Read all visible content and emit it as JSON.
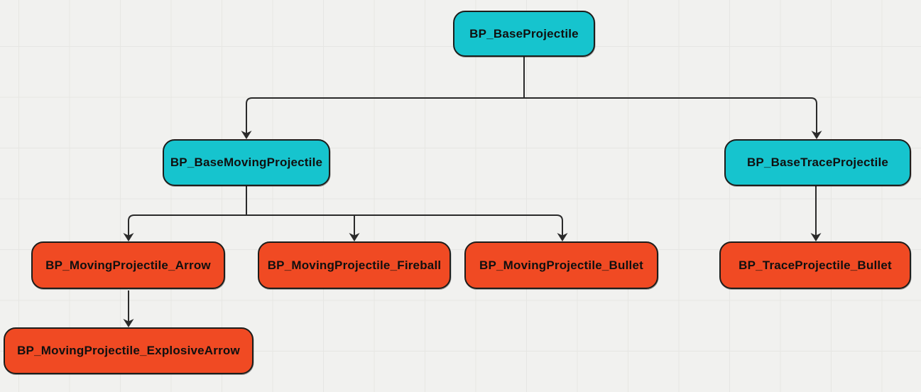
{
  "diagram": {
    "type": "inheritance-tree",
    "colors": {
      "background": "#f1f1ef",
      "grid": "#e6e6e3",
      "base-node": "#16c4ce",
      "leaf-node": "#f04a23",
      "node-border": "#1d1d1b",
      "edge": "#2a2a2a",
      "text": "#101010"
    },
    "nodes": [
      {
        "id": "bp-base-projectile",
        "label": "BP_BaseProjectile",
        "type": "base"
      },
      {
        "id": "bp-base-moving-projectile",
        "label": "BP_BaseMovingProjectile",
        "type": "base"
      },
      {
        "id": "bp-base-trace-projectile",
        "label": "BP_BaseTraceProjectile",
        "type": "base"
      },
      {
        "id": "bp-moving-projectile-arrow",
        "label": "BP_MovingProjectile_Arrow",
        "type": "leaf"
      },
      {
        "id": "bp-moving-projectile-fireball",
        "label": "BP_MovingProjectile_Fireball",
        "type": "leaf"
      },
      {
        "id": "bp-moving-projectile-bullet",
        "label": "BP_MovingProjectile_Bullet",
        "type": "leaf"
      },
      {
        "id": "bp-trace-projectile-bullet",
        "label": "BP_TraceProjectile_Bullet",
        "type": "leaf"
      },
      {
        "id": "bp-moving-projectile-explosive-arrow",
        "label": "BP_MovingProjectile_ExplosiveArrow",
        "type": "leaf"
      }
    ],
    "edges": [
      {
        "from": "BP_BaseProjectile",
        "to": "BP_BaseMovingProjectile"
      },
      {
        "from": "BP_BaseProjectile",
        "to": "BP_BaseTraceProjectile"
      },
      {
        "from": "BP_BaseMovingProjectile",
        "to": "BP_MovingProjectile_Arrow"
      },
      {
        "from": "BP_BaseMovingProjectile",
        "to": "BP_MovingProjectile_Fireball"
      },
      {
        "from": "BP_BaseMovingProjectile",
        "to": "BP_MovingProjectile_Bullet"
      },
      {
        "from": "BP_BaseTraceProjectile",
        "to": "BP_TraceProjectile_Bullet"
      },
      {
        "from": "BP_MovingProjectile_Arrow",
        "to": "BP_MovingProjectile_ExplosiveArrow"
      }
    ]
  }
}
